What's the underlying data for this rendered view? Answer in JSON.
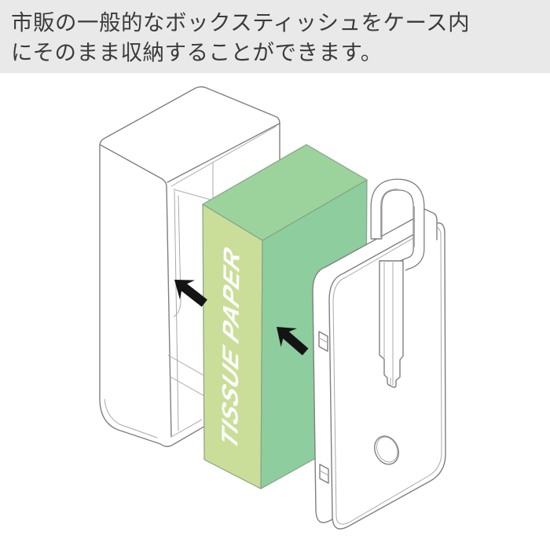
{
  "header": {
    "line1": "市販の一般的なボックスティッシュをケース内",
    "line2": "にそのまま収納することができます。"
  },
  "illustration": {
    "tissue_box_label": "TISSUE PAPER"
  },
  "colors": {
    "header_bg": "#e9e9e9",
    "header_text": "#3b3b3b",
    "outline": "#7f7f7f",
    "green_left_face": "#cade99",
    "green_top_face": "#9cd39d",
    "green_right_face": "#8ecd9e",
    "arrow": "#141414",
    "label_text": "#ffffff"
  }
}
